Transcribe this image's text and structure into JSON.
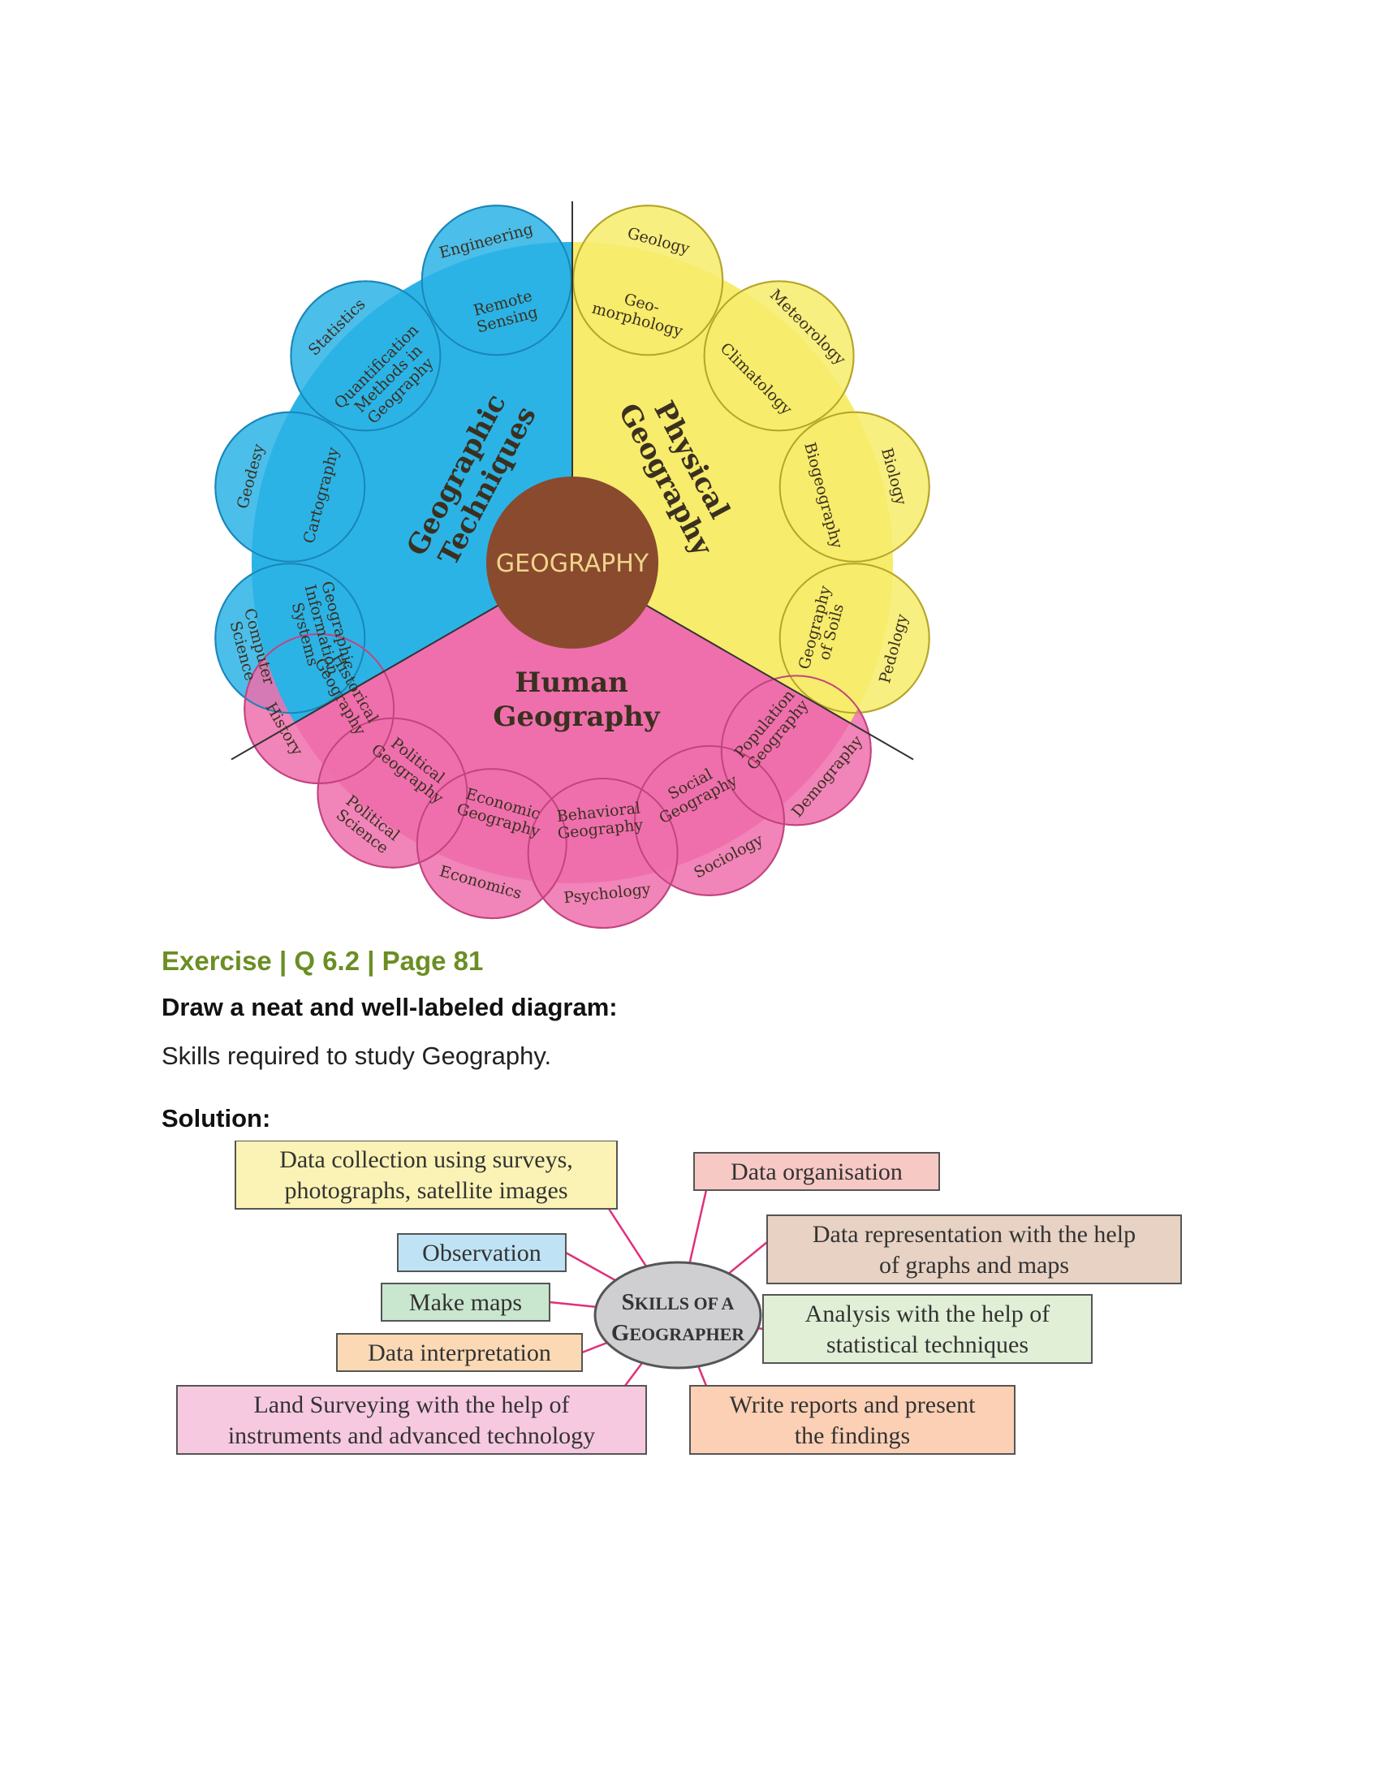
{
  "wheel": {
    "center": "GEOGRAPHY",
    "sectors": {
      "techniques": {
        "label_line1": "Geographic",
        "label_line2": "Techniques",
        "color": "#2bb3e6"
      },
      "physical": {
        "label_line1": "Physical",
        "label_line2": "Geography",
        "color": "#f7ec6b"
      },
      "human": {
        "label_line1": "Human",
        "label_line2": "Geography",
        "color": "#ef6fac"
      }
    },
    "core_color": "#8a4a2e",
    "techniques_circles": [
      {
        "outer": "Engineering",
        "inner": [
          "Remote",
          "Sensing"
        ]
      },
      {
        "outer": "Statistics",
        "inner": [
          "Quantification",
          "Methods in",
          "Geography"
        ]
      },
      {
        "outer": "Geodesy",
        "inner": [
          "Cartography"
        ]
      },
      {
        "outer": "Computer Science",
        "inner": [
          "Geographic",
          "Information",
          "Systems"
        ]
      }
    ],
    "physical_circles": [
      {
        "outer": "Geology",
        "inner": [
          "Geo-",
          "morphology"
        ]
      },
      {
        "outer": "Meteorology",
        "inner": [
          "Climatology"
        ]
      },
      {
        "outer": "Biology",
        "inner": [
          "Biogeography"
        ]
      },
      {
        "outer": "Pedology",
        "inner": [
          "Geography",
          "of Soils"
        ]
      }
    ],
    "human_circles": [
      {
        "outer": "Demography",
        "inner": [
          "Population",
          "Geography"
        ]
      },
      {
        "outer": "Sociology",
        "inner": [
          "Social",
          "Geography"
        ]
      },
      {
        "outer": "Psychology",
        "inner": [
          "Behavioral",
          "Geography"
        ]
      },
      {
        "outer": "Economics",
        "inner": [
          "Economic",
          "Geography"
        ]
      },
      {
        "outer": "Political Science",
        "inner": [
          "Political",
          "Geography"
        ]
      },
      {
        "outer": "History",
        "inner": [
          "Historical",
          "Geography"
        ]
      }
    ]
  },
  "exercise": {
    "ref": "Exercise | Q 6.2 | Page 81",
    "question": "Draw a neat and well-labeled diagram:",
    "prompt": "Skills required to study Geography.",
    "solution_label": "Solution:"
  },
  "skills_diagram": {
    "hub": {
      "line1": "Skills of a",
      "line2": "Geographer",
      "color": "#cfcfd2"
    },
    "left": [
      {
        "lines": [
          "Data collection  using  surveys,",
          "photographs, satellite images"
        ],
        "color": "#fbf3b5"
      },
      {
        "lines": [
          "Observation"
        ],
        "color": "#bfe3f4"
      },
      {
        "lines": [
          "Make maps"
        ],
        "color": "#c9e6cf"
      },
      {
        "lines": [
          "Data interpretation"
        ],
        "color": "#fbd9b5"
      },
      {
        "lines": [
          "Land Surveying with the help of",
          "instruments and advanced technology"
        ],
        "color": "#f7c9e1"
      }
    ],
    "right": [
      {
        "lines": [
          "Data organisation"
        ],
        "color": "#f7c9c4"
      },
      {
        "lines": [
          "Data representation with the help",
          "of graphs and maps"
        ],
        "color": "#e7d2c3"
      },
      {
        "lines": [
          "Analysis with the help of",
          "statistical techniques"
        ],
        "color": "#e1efd6"
      },
      {
        "lines": [
          "Write reports and present",
          "the findings"
        ],
        "color": "#fbd0b5"
      }
    ],
    "connector_color": "#e0307a"
  }
}
